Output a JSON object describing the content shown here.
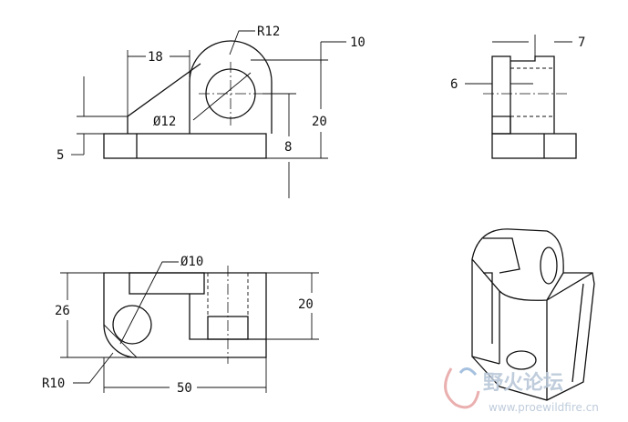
{
  "dimensions": {
    "front": {
      "r12": "R12",
      "d12": "Ø12",
      "w18": "18",
      "t10": "10",
      "h20": "20",
      "h8": "8",
      "h5": "5"
    },
    "side": {
      "w7": "7",
      "w6": "6"
    },
    "top": {
      "d10": "Ø10",
      "h26": "26",
      "h20": "20",
      "r10": "R10",
      "w50": "50"
    }
  },
  "watermark": {
    "brand": "野火论坛",
    "url": "www.proewildfire.cn"
  },
  "colors": {
    "line": "#111111",
    "background": "#ffffff",
    "watermark": "#b9c7d8"
  }
}
